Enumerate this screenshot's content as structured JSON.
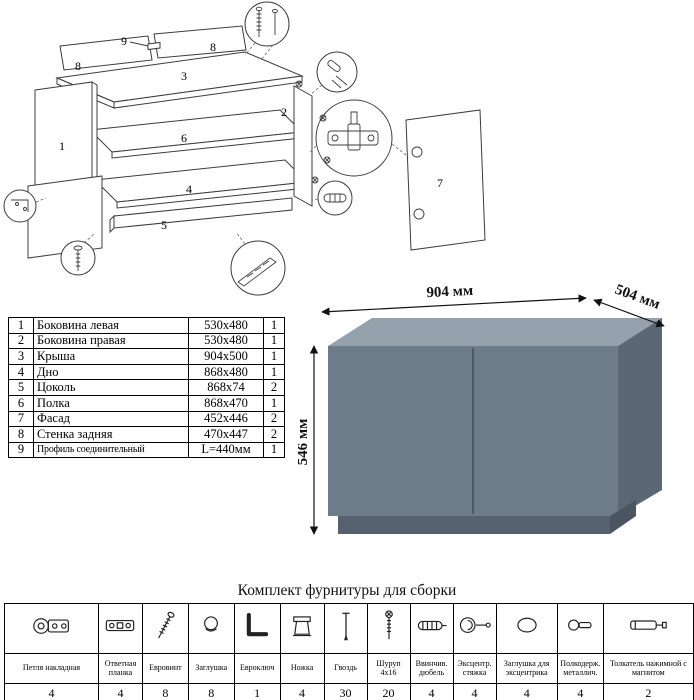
{
  "diagram": {
    "labels": {
      "p1": "1",
      "p2": "2",
      "p3": "3",
      "p4": "4",
      "p5": "5",
      "p6": "6",
      "p7": "7",
      "p8": "8",
      "p9": "9"
    }
  },
  "parts_table": {
    "rows": [
      {
        "num": "1",
        "name": "Боковина левая",
        "size": "530x480",
        "qty": "1"
      },
      {
        "num": "2",
        "name": "Боковина правая",
        "size": "530x480",
        "qty": "1"
      },
      {
        "num": "3",
        "name": "Крыша",
        "size": "904x500",
        "qty": "1"
      },
      {
        "num": "4",
        "name": "Дно",
        "size": "868x480",
        "qty": "1"
      },
      {
        "num": "5",
        "name": "Цоколь",
        "size": "868x74",
        "qty": "2"
      },
      {
        "num": "6",
        "name": "Полка",
        "size": "868x470",
        "qty": "1"
      },
      {
        "num": "7",
        "name": "Фасад",
        "size": "452x446",
        "qty": "2"
      },
      {
        "num": "8",
        "name": "Стенка задняя",
        "size": "470x447",
        "qty": "2"
      },
      {
        "num": "9",
        "name": "Профиль соединительный",
        "size": "L=440мм",
        "qty": "1"
      }
    ]
  },
  "cabinet": {
    "width_label": "904 мм",
    "depth_label": "504 мм",
    "height_label": "546 мм"
  },
  "hardware": {
    "title": "Комплект фурнитуры для сборки",
    "items": [
      {
        "name": "Петля накладная",
        "qty": "4",
        "icon": "hinge-icon"
      },
      {
        "name": "Ответная планка",
        "qty": "4",
        "icon": "plate-icon"
      },
      {
        "name": "Евровинт",
        "qty": "8",
        "icon": "euroscrew-icon"
      },
      {
        "name": "Заглушка",
        "qty": "8",
        "icon": "cap-icon"
      },
      {
        "name": "Евроключ",
        "qty": "1",
        "icon": "hexkey-icon"
      },
      {
        "name": "Ножка",
        "qty": "4",
        "icon": "leg-icon"
      },
      {
        "name": "Гвоздь",
        "qty": "30",
        "icon": "nail-icon"
      },
      {
        "name": "Шуруп 4x16",
        "qty": "20",
        "icon": "screw-icon"
      },
      {
        "name": "Ввинчив. дюбель",
        "qty": "4",
        "icon": "dowel-icon"
      },
      {
        "name": "Эксцентр. стяжка",
        "qty": "4",
        "icon": "cam-icon"
      },
      {
        "name": "Заглушка для эксцентрика",
        "qty": "4",
        "icon": "camcap-icon"
      },
      {
        "name": "Полкодерж. металлич.",
        "qty": "4",
        "icon": "shelfpin-icon"
      },
      {
        "name": "Толкатель нажимной с магнитом",
        "qty": "2",
        "icon": "pusher-icon"
      }
    ]
  }
}
